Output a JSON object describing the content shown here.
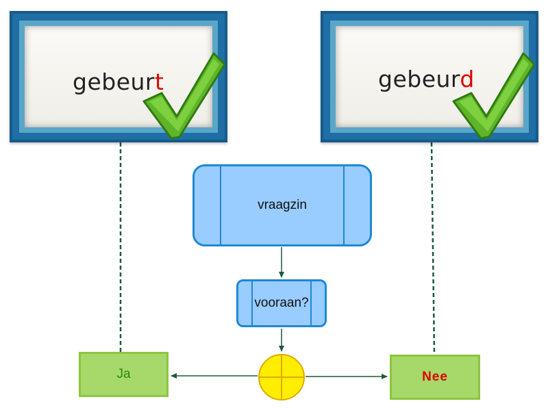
{
  "left_card": {
    "word_stem": "gebeur",
    "word_ending": "t",
    "check_icon": "check-icon"
  },
  "right_card": {
    "word_stem": "gebeur",
    "word_ending": "d",
    "check_icon": "check-icon"
  },
  "flow": {
    "step1": "vraagzin",
    "step2": "vooraan?",
    "decision_icon": "crosshair-circle-icon"
  },
  "outcomes": {
    "yes": "Ja",
    "no": "Nee"
  },
  "colors": {
    "ending_highlight": "#e00000",
    "yes_text": "#2a8a0a",
    "no_text": "#e00000",
    "process_fill": "#99ccff",
    "outcome_fill": "#a6d86a",
    "decision_fill": "#ffee00",
    "connector": "#1a5c3a"
  }
}
